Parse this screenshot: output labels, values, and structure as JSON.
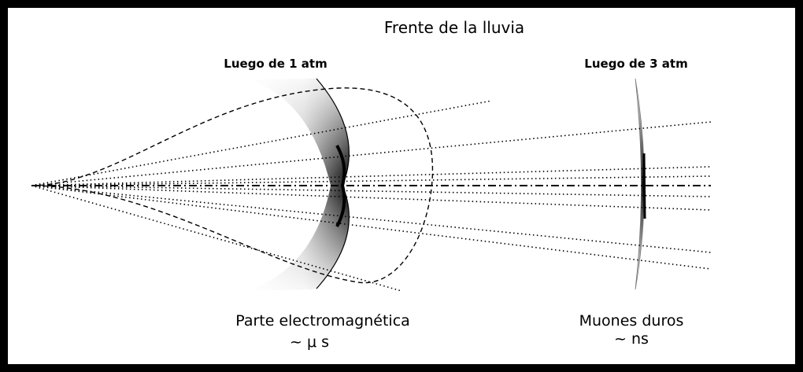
{
  "diagram": {
    "title": "Frente de la lluvia",
    "label_1atm": "Luego de 1 atm",
    "label_3atm": "Luego de 3 atm",
    "em_part": "Parte electromagnética",
    "em_time": "~ μ s",
    "muon_part": "Muones duros",
    "muon_time": "~ ns"
  },
  "colors": {
    "background": "#000000",
    "canvas": "#ffffff",
    "ink": "#000000",
    "shade": "#7a7a7a"
  }
}
